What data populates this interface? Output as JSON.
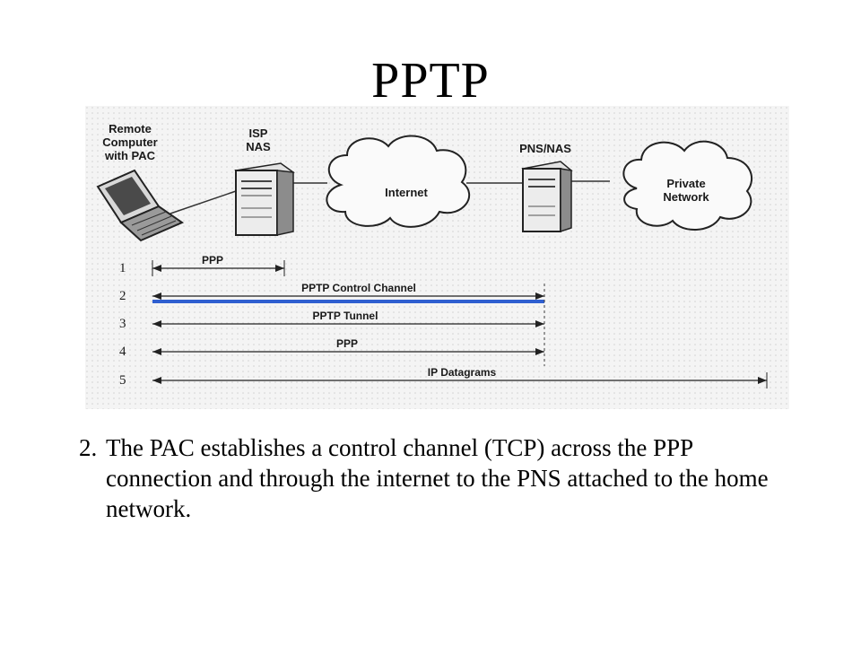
{
  "slide": {
    "title": "PPTP",
    "point_number": "2.",
    "point_text": "The PAC establishes a control channel (TCP) across the PPP connection and through the internet to the PNS attached to the home network."
  },
  "diagram": {
    "nodes": {
      "remote_line1": "Remote",
      "remote_line2": "Computer",
      "remote_line3": "with PAC",
      "isp_line1": "ISP",
      "isp_line2": "NAS",
      "internet": "Internet",
      "pns": "PNS/NAS",
      "private_line1": "Private",
      "private_line2": "Network"
    },
    "rows": [
      {
        "num": "1",
        "label": "PPP"
      },
      {
        "num": "2",
        "label": "PPTP Control Channel",
        "highlighted": true
      },
      {
        "num": "3",
        "label": "PPTP Tunnel"
      },
      {
        "num": "4",
        "label": "PPP"
      },
      {
        "num": "5",
        "label": "IP Datagrams"
      }
    ],
    "highlight_color": "#2f5fd0"
  }
}
